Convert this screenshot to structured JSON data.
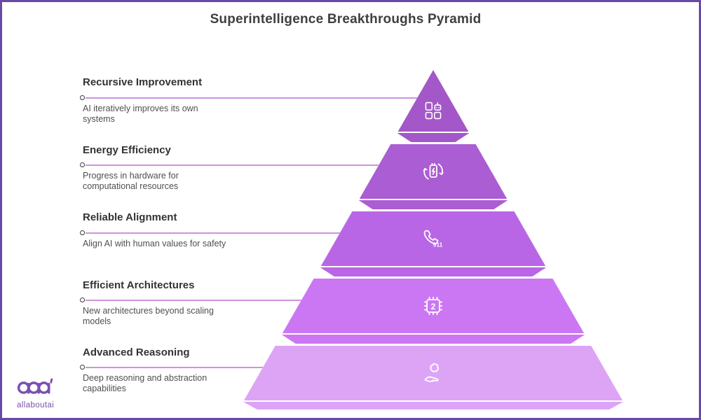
{
  "title": "Superintelligence Breakthroughs Pyramid",
  "levels": [
    {
      "rank": 1,
      "label": "Recursive Improvement",
      "desc_lines": [
        "AI iteratively improves its own",
        "systems"
      ],
      "color": "#a457c8",
      "icon": "ai-apps-grid-icon",
      "icon_text": ""
    },
    {
      "rank": 2,
      "label": "Energy Efficiency",
      "desc_lines": [
        "Progress in hardware for",
        "computational resources"
      ],
      "color": "#ab5dd3",
      "icon": "battery-recycle-icon",
      "icon_text": ""
    },
    {
      "rank": 3,
      "label": "Reliable Alignment",
      "desc_lines": [
        "Align AI with human values for safety"
      ],
      "color": "#b966e6",
      "icon": "emergency-call-911-icon",
      "icon_text": "911"
    },
    {
      "rank": 4,
      "label": "Efficient Architectures",
      "desc_lines": [
        "New architectures beyond scaling",
        "models"
      ],
      "color": "#cb77f3",
      "icon": "chip-icon",
      "icon_text": "2"
    },
    {
      "rank": 5,
      "label": "Advanced Reasoning",
      "desc_lines": [
        "Deep reasoning and abstraction",
        "capabilities"
      ],
      "color": "#dda4f6",
      "icon": "hand-holding-brain-icon",
      "icon_text": ""
    }
  ],
  "connector": {
    "line_color": "#cf92dc",
    "dot_fill": "#ffffff",
    "dot_stroke": "#3a3a3a"
  },
  "frame": {
    "border_color": "#684aa6",
    "background": "#ffffff"
  },
  "logo": {
    "mark": "aaa",
    "word": "allaboutai",
    "color": "#7a50ae"
  }
}
